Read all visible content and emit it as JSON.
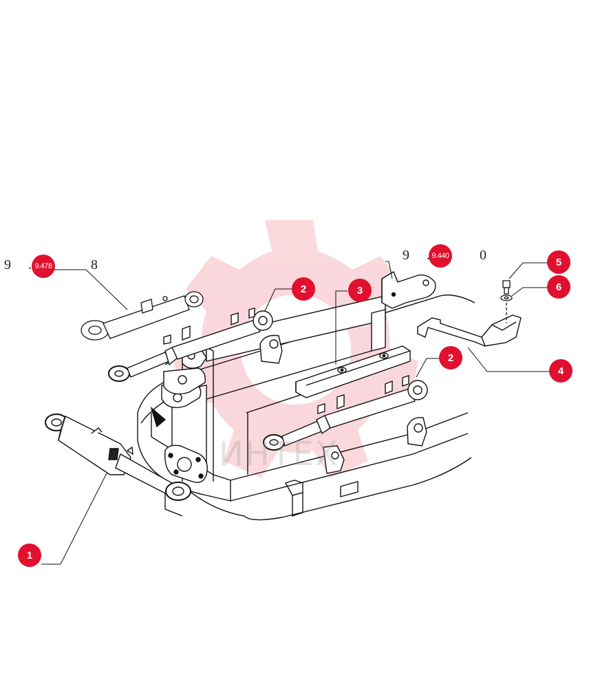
{
  "diagram": {
    "references": [
      {
        "id": "ref-left",
        "prefix": "9",
        "dot": ".",
        "suffix": "8",
        "badge": "9.478"
      },
      {
        "id": "ref-right",
        "prefix": "9",
        "dot": ".",
        "suffix": "0",
        "badge": "9.440"
      }
    ],
    "callouts": [
      {
        "label": "1",
        "part": "hydraulic-cylinder"
      },
      {
        "label": "2",
        "part": "hydraulic-cylinder"
      },
      {
        "label": "2",
        "part": "hydraulic-cylinder"
      },
      {
        "label": "3",
        "part": "support-bracket"
      },
      {
        "label": "4",
        "part": "hose-bracket"
      },
      {
        "label": "5",
        "part": "bolt"
      },
      {
        "label": "6",
        "part": "washer"
      }
    ],
    "watermark": {
      "text": "ИНТЕХ",
      "color": "#e0102e"
    }
  }
}
